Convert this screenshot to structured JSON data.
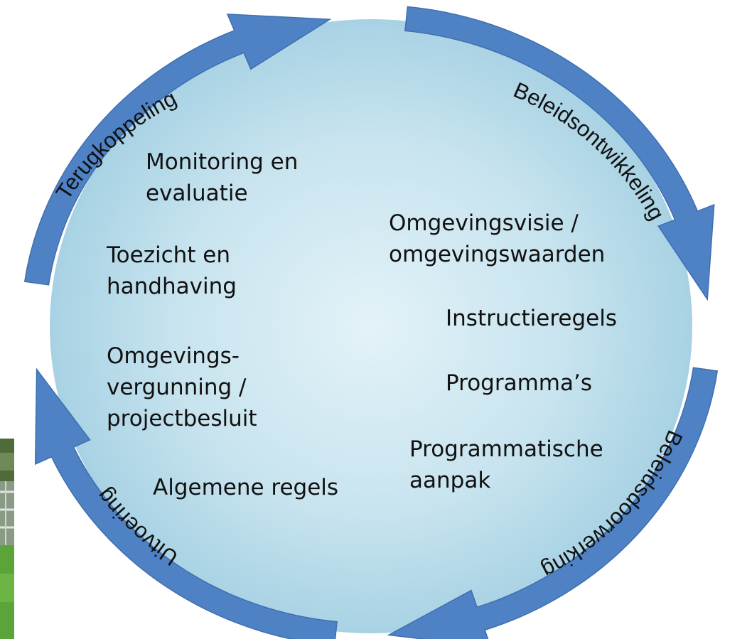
{
  "colors": {
    "arrow_fill": "#4f81c5",
    "arrow_stroke": "#3e6fb0",
    "circle_center": "#e3f2f8",
    "circle_edge": "#a8d2e4",
    "text": "#111111"
  },
  "phases": {
    "top_right": "Beleidsontwikkeling",
    "bottom_right": "Beleidsdoorwerking",
    "bottom_left": "Uitvoering",
    "top_left": "Terugkoppeling"
  },
  "left_items": [
    [
      "Monitoring en",
      "evaluatie"
    ],
    [
      "Toezicht en",
      "handhaving"
    ],
    [
      "Omgevings-",
      "vergunning /",
      "projectbesluit"
    ],
    [
      "Algemene regels"
    ]
  ],
  "right_items": [
    [
      "Omgevingsvisie /",
      "omgevingswaarden"
    ],
    [
      "Instructieregels"
    ],
    [
      "Programma’s"
    ],
    [
      "Programmatische",
      "aanpak"
    ]
  ]
}
